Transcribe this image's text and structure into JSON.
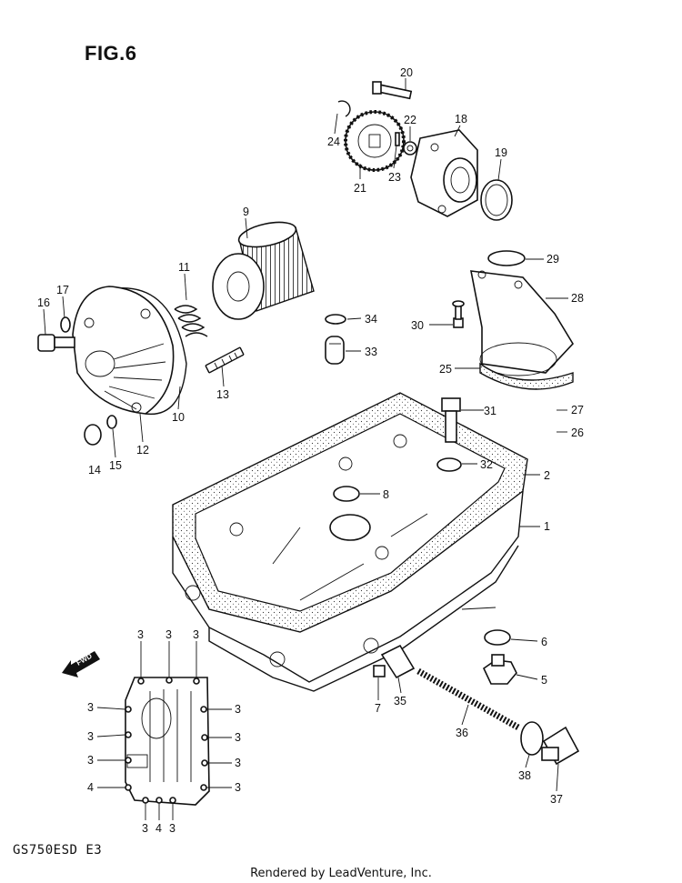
{
  "figure_title": "FIG.6",
  "model_code": "GS750ESD  E3",
  "footer_text": "Rendered by LeadVenture, Inc.",
  "direction_label": "FWD",
  "callouts": {
    "c1": "1",
    "c2": "2",
    "c5": "5",
    "c6": "6",
    "c7": "7",
    "c8": "8",
    "c9": "9",
    "c10": "10",
    "c11": "11",
    "c12": "12",
    "c13": "13",
    "c14": "14",
    "c15": "15",
    "c16": "16",
    "c17": "17",
    "c18": "18",
    "c19": "19",
    "c20": "20",
    "c21": "21",
    "c22": "22",
    "c23": "23",
    "c24": "24",
    "c25": "25",
    "c26": "26",
    "c27": "27",
    "c28": "28",
    "c29": "29",
    "c30": "30",
    "c31": "31",
    "c32": "32",
    "c33": "33",
    "c34": "34",
    "c35": "35",
    "c36": "36",
    "c37": "37",
    "c38": "38",
    "bolt_3": "3",
    "bolt_4": "4"
  }
}
